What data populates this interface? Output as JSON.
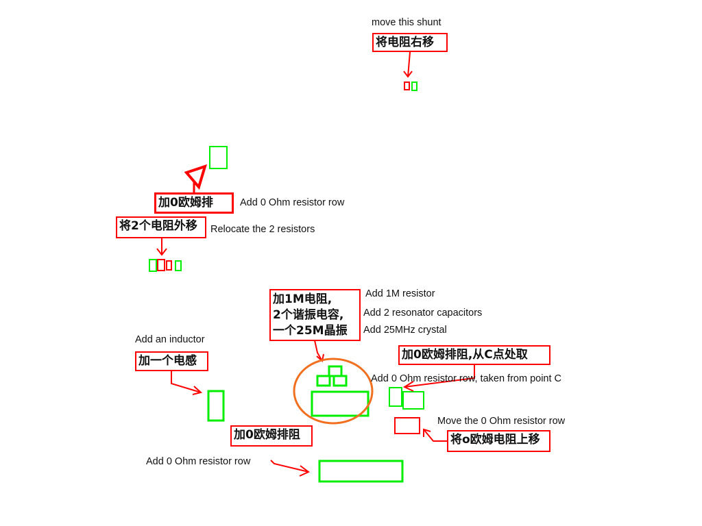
{
  "colors": {
    "annotation": "#ff0000",
    "component": "#00ee00",
    "highlight": "#f07020"
  },
  "notes": {
    "shunt": {
      "en": "move this shunt",
      "cn": "将电阻右移"
    },
    "row_top": {
      "cn": "加0欧姆排",
      "en": "Add 0 Ohm resistor row"
    },
    "relocate": {
      "cn": "将2个电阻外移",
      "en": "Relocate the 2 resistors"
    },
    "crystal": {
      "cn": [
        "加1M电阻,",
        "2个谐振电容,",
        "一个25M晶振"
      ],
      "en": [
        "Add 1M resistor",
        "Add 2 resonator capacitors",
        "Add 25MHz crystal"
      ]
    },
    "inductor": {
      "en": "Add an inductor",
      "cn": "加一个电感"
    },
    "row_c": {
      "cn": "加0欧姆排阻,从C点处取",
      "en": "Add 0 Ohm resistor row, taken from point C"
    },
    "move_row": {
      "en": "Move the 0 Ohm resistor row",
      "cn": "将o欧姆电阻上移"
    },
    "row_bottom": {
      "cn": "加0欧姆排阻",
      "en": "Add 0 Ohm resistor row"
    }
  }
}
